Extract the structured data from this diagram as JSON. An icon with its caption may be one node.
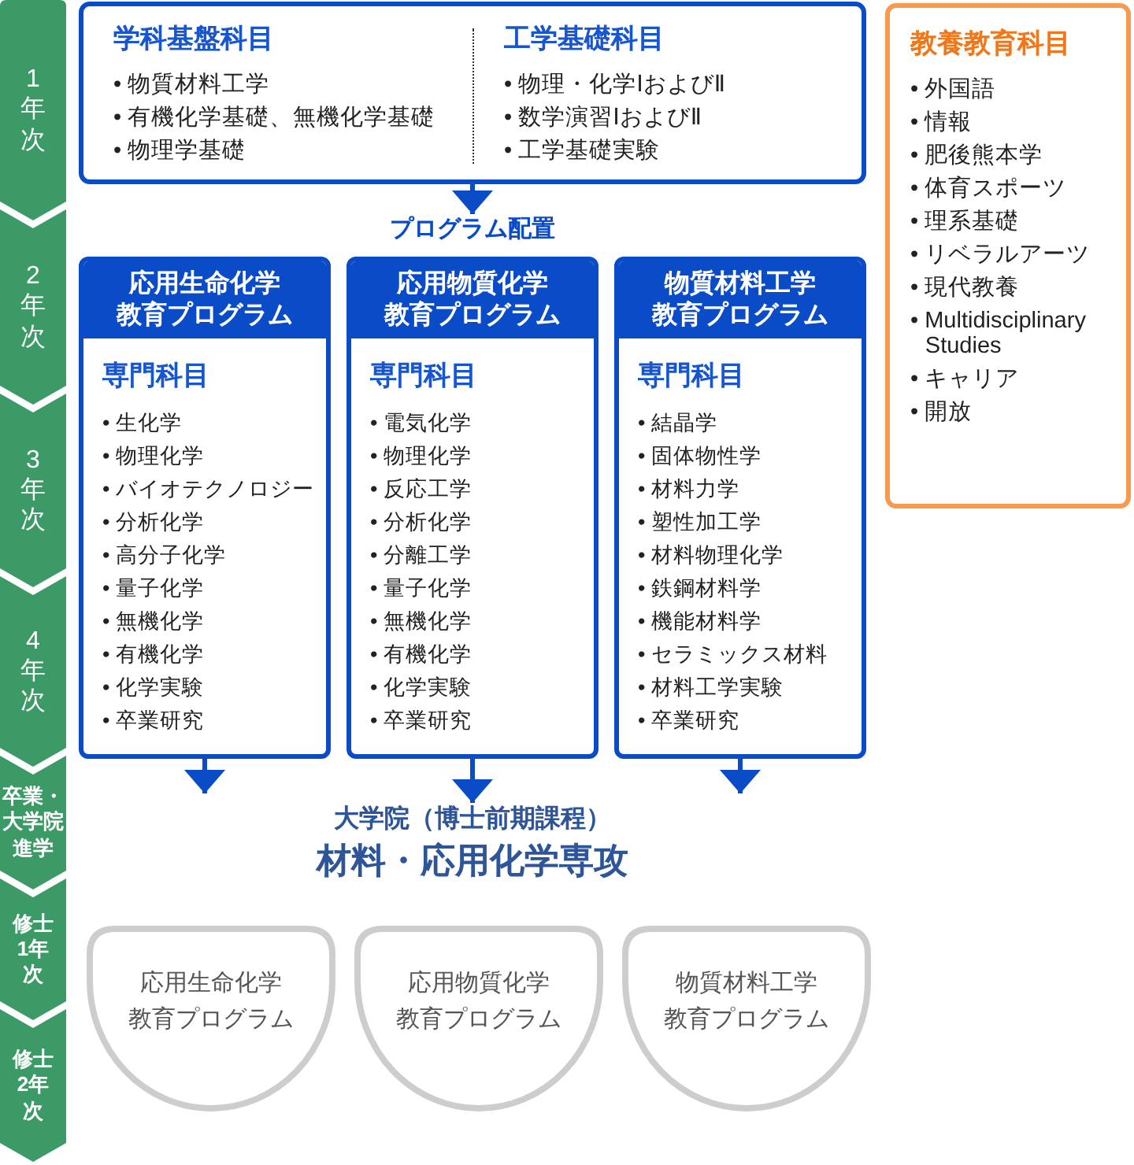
{
  "diagram": {
    "nodes": [
      {
        "text": [
          "1年次"
        ]
      },
      {
        "text": [
          "2年次"
        ]
      },
      {
        "text": [
          "3年次"
        ]
      },
      {
        "text": [
          "4年次"
        ]
      },
      {
        "text": [
          "卒業・大学院進学"
        ]
      },
      {
        "text": [
          "修士1年次"
        ]
      },
      {
        "text": [
          "修士2年次"
        ]
      },
      {
        "text": [
          "学科基盤科目",
          "• 物質材料工学",
          "• 有機化学基礎、無機化学基礎",
          "• 物理学基礎",
          "工学基礎科目",
          "• 物理・化学ⅠおよびⅡ",
          "• 数学演習ⅠおよびⅡ",
          "• 工学基礎実験"
        ]
      },
      {
        "text": [
          "プログラム配置"
        ]
      },
      {
        "text": [
          "応用生命化学教育プログラム",
          "専門科目",
          "• 生化学",
          "• 物理化学",
          "• バイオテクノロジー",
          "• 分析化学",
          "• 高分子化学",
          "• 量子化学",
          "• 無機化学",
          "• 有機化学",
          "• 化学実験",
          "• 卒業研究"
        ]
      },
      {
        "text": [
          "応用物質化学教育プログラム",
          "専門科目",
          "• 電気化学",
          "• 物理化学",
          "• 反応工学",
          "• 分析化学",
          "• 分離工学",
          "• 量子化学",
          "• 無機化学",
          "• 有機化学",
          "• 化学実験",
          "• 卒業研究"
        ]
      },
      {
        "text": [
          "物質材料工学教育プログラム",
          "専門科目",
          "• 結晶学",
          "• 固体物性学",
          "• 材料力学",
          "• 塑性加工学",
          "• 材料物理化学",
          "• 鉄鋼材料学",
          "• 機能材料学",
          "• セラミックス材料",
          "• 材料工学実験",
          "• 卒業研究"
        ]
      },
      {
        "text": [
          "教養教育科目",
          "• 外国語",
          "• 情報",
          "• 肥後熊本学",
          "• 体育スポーツ",
          "• 理系基礎",
          "• リベラルアーツ",
          "• 現代教養",
          "• Multidisciplinary Studies",
          "• キャリア",
          "• 開放"
        ]
      },
      {
        "text": [
          "大学院（博士前期課程）",
          "材料・応用化学専攻"
        ]
      },
      {
        "text": [
          "応用生命化学教育プログラム"
        ]
      },
      {
        "text": [
          "応用物質化学教育プログラム"
        ]
      },
      {
        "text": [
          "物質材料工学教育プログラム"
        ]
      }
    ],
    "edges": [
      {
        "from": 7,
        "to": 8,
        "arrow": "to"
      },
      {
        "from": 9,
        "to": null,
        "arrow": "to"
      },
      {
        "from": 10,
        "to": 13,
        "arrow": "to"
      },
      {
        "from": 11,
        "to": null,
        "arrow": "to"
      }
    ]
  }
}
